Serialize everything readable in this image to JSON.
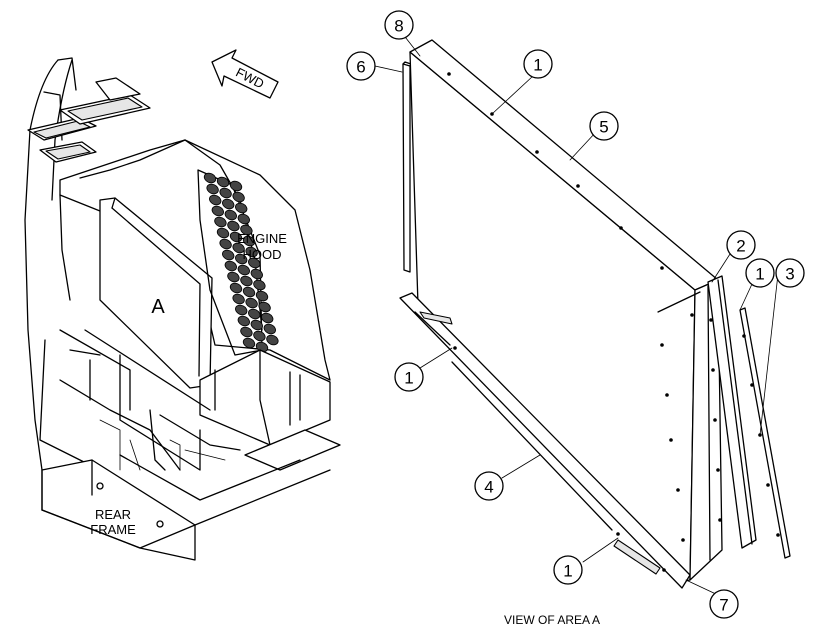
{
  "direction_arrow": {
    "label": "FWD"
  },
  "labels": {
    "area": "A",
    "engine_hood_line1": "ENGINE",
    "engine_hood_line2": "HOOD",
    "rear_frame_line1": "REAR",
    "rear_frame_line2": "FRAME",
    "view_caption": "VIEW OF AREA A"
  },
  "callouts": [
    {
      "id": "callout-8",
      "number": "8"
    },
    {
      "id": "callout-6",
      "number": "6"
    },
    {
      "id": "callout-1-top",
      "number": "1"
    },
    {
      "id": "callout-5",
      "number": "5"
    },
    {
      "id": "callout-2",
      "number": "2"
    },
    {
      "id": "callout-1-right",
      "number": "1"
    },
    {
      "id": "callout-3",
      "number": "3"
    },
    {
      "id": "callout-1-left",
      "number": "1"
    },
    {
      "id": "callout-4",
      "number": "4"
    },
    {
      "id": "callout-1-bottom",
      "number": "1"
    },
    {
      "id": "callout-7",
      "number": "7"
    }
  ]
}
